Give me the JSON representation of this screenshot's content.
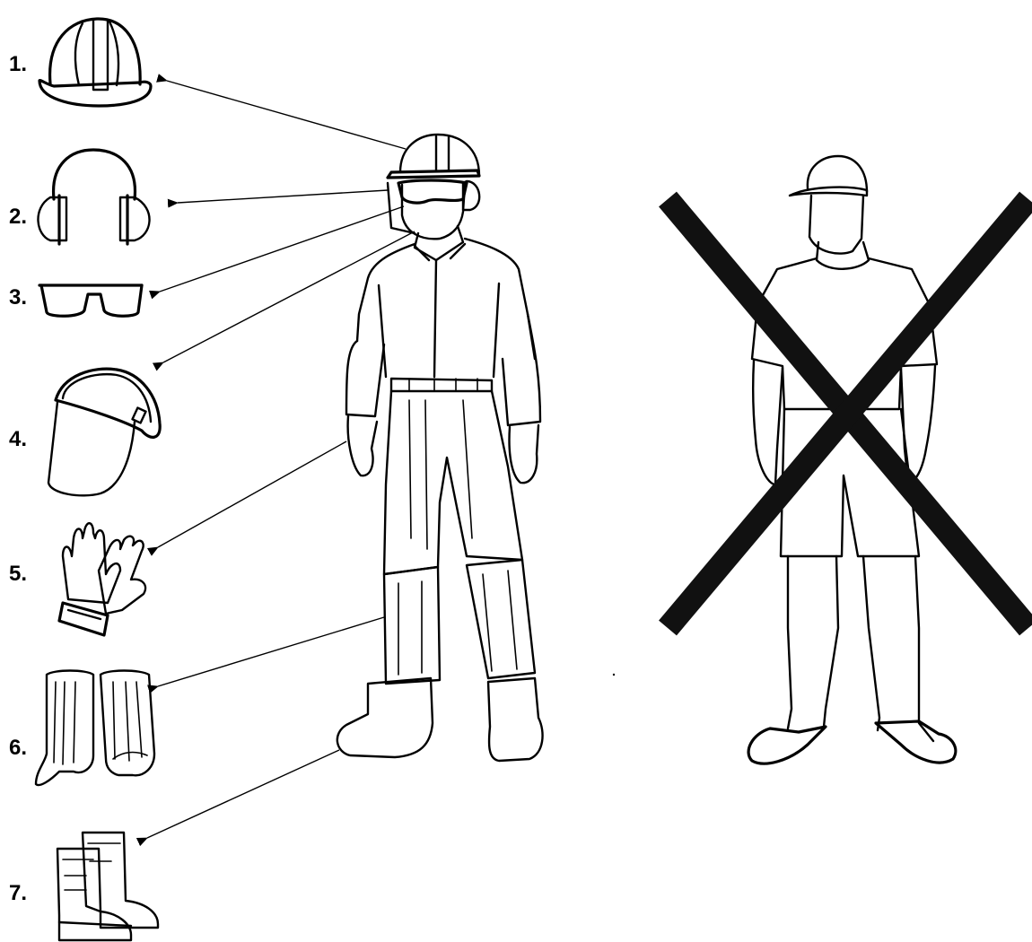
{
  "items": [
    {
      "number": "1.",
      "icon": "hard-hat-icon"
    },
    {
      "number": "2.",
      "icon": "ear-muffs-icon"
    },
    {
      "number": "3.",
      "icon": "safety-glasses-icon"
    },
    {
      "number": "4.",
      "icon": "face-shield-icon"
    },
    {
      "number": "5.",
      "icon": "gloves-icon"
    },
    {
      "number": "6.",
      "icon": "leg-guards-icon"
    },
    {
      "number": "7.",
      "icon": "safety-boots-icon"
    }
  ],
  "cross_color": "#111111",
  "line_color": "#000000"
}
